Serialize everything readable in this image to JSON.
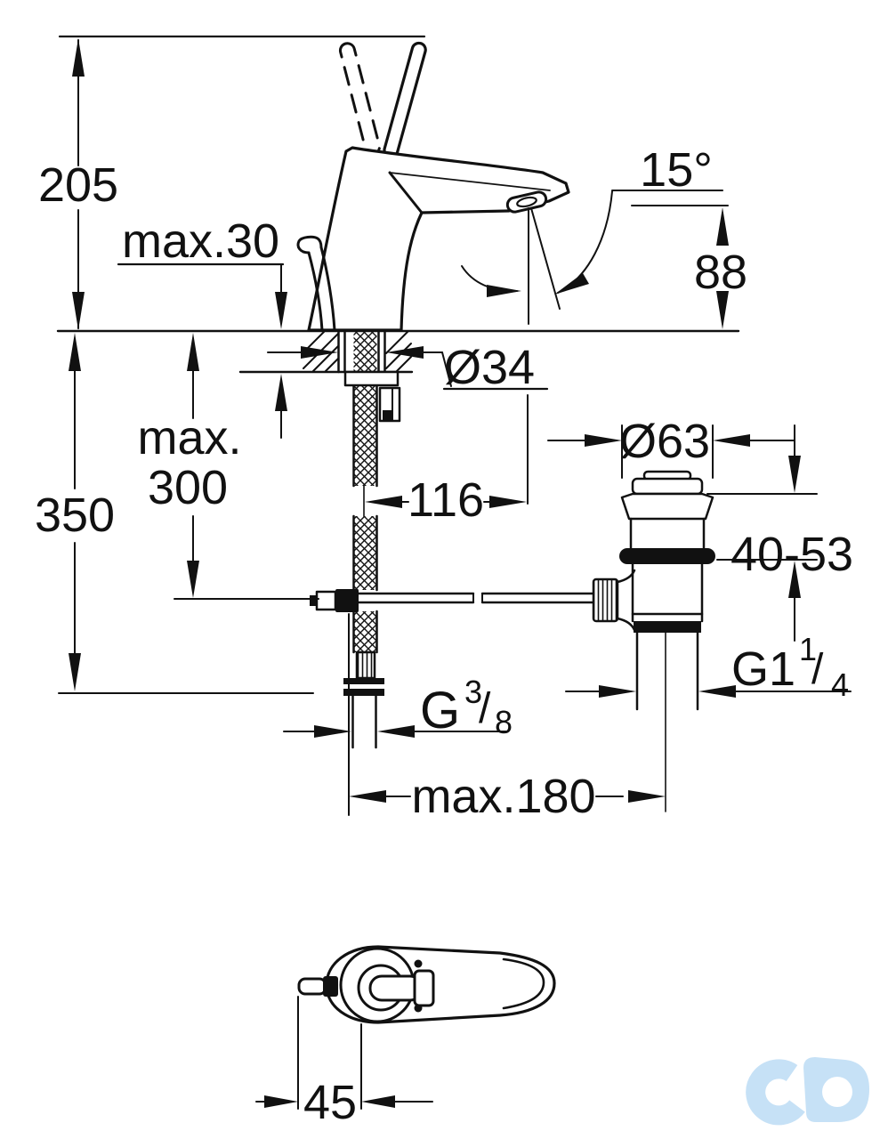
{
  "labels": {
    "overall_height": "205",
    "max_deck_thickness": "max.30",
    "aerator_angle": "15°",
    "spout_outlet_height": "88",
    "hole_diameter": "Ø34",
    "pull_rod_max_line1": "max.",
    "pull_rod_max_line2": "300",
    "hose_length_below_deck": "350",
    "spout_reach": "116",
    "waste_flange_diameter": "Ø63",
    "basin_clamp_range": "40-53",
    "drain_thread_main": "G1",
    "drain_thread_sup": "1",
    "drain_thread_slash": "/",
    "drain_thread_sub": "4",
    "supply_thread_main": "G",
    "supply_thread_sup": "3",
    "supply_thread_slash": "/",
    "supply_thread_sub": "8",
    "rod_horizontal_max": "max.180",
    "handle_axis_offset": "45"
  },
  "colors": {
    "ink": "#111111",
    "watermark_blue": "#c6e1f6"
  }
}
